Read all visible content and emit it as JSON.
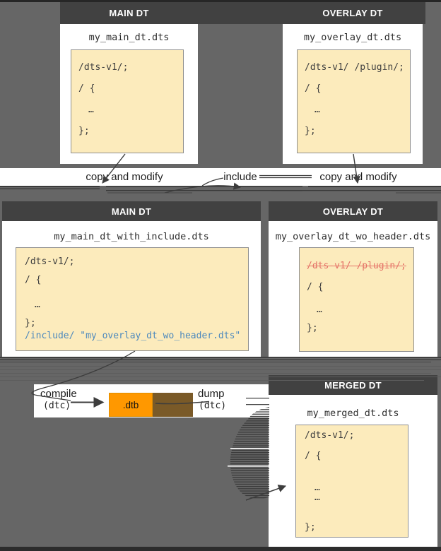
{
  "row1": {
    "main": {
      "header": "MAIN DT",
      "filename": "my_main_dt.dts",
      "code": [
        "/dts-v1/;",
        "/ {",
        "…",
        "};"
      ]
    },
    "overlay": {
      "header": "OVERLAY DT",
      "filename": "my_overlay_dt.dts",
      "code": [
        "/dts-v1/ /plugin/;",
        "/ {",
        "…",
        "};"
      ]
    }
  },
  "flow_labels": {
    "copy_left": "copy and modify",
    "include": "include",
    "copy_right": "copy and modify"
  },
  "row2": {
    "main": {
      "header": "MAIN DT",
      "filename": "my_main_dt_with_include.dts",
      "code": [
        "/dts-v1/;",
        "/ {",
        "…",
        "};"
      ],
      "include_line": "/include/ \"my_overlay_dt_wo_header.dts\""
    },
    "overlay": {
      "header": "OVERLAY DT",
      "filename": "my_overlay_dt_wo_header.dts",
      "deleted_line": "/dts-v1/ /plugin/;",
      "code": [
        "/ {",
        "…",
        "};"
      ]
    }
  },
  "pipeline": {
    "compile_label": "compile",
    "compile_tool": "(dtc)",
    "dtb_label": ".dtb",
    "dump_label": "dump",
    "dump_tool": "(dtc)"
  },
  "merged": {
    "header": "MERGED DT",
    "filename": "my_merged_dt.dts",
    "code": [
      "/dts-v1/;",
      "/ {",
      "…",
      "…",
      "};"
    ]
  },
  "colors": {
    "canvas_gray": "#666666",
    "header_dark": "#414141",
    "code_bg": "#fcebbc",
    "include_blue": "#4d89bd",
    "deleted_red": "#e57368",
    "dtb_orange": "#ff9800",
    "dump_brown": "#7a5a28"
  }
}
